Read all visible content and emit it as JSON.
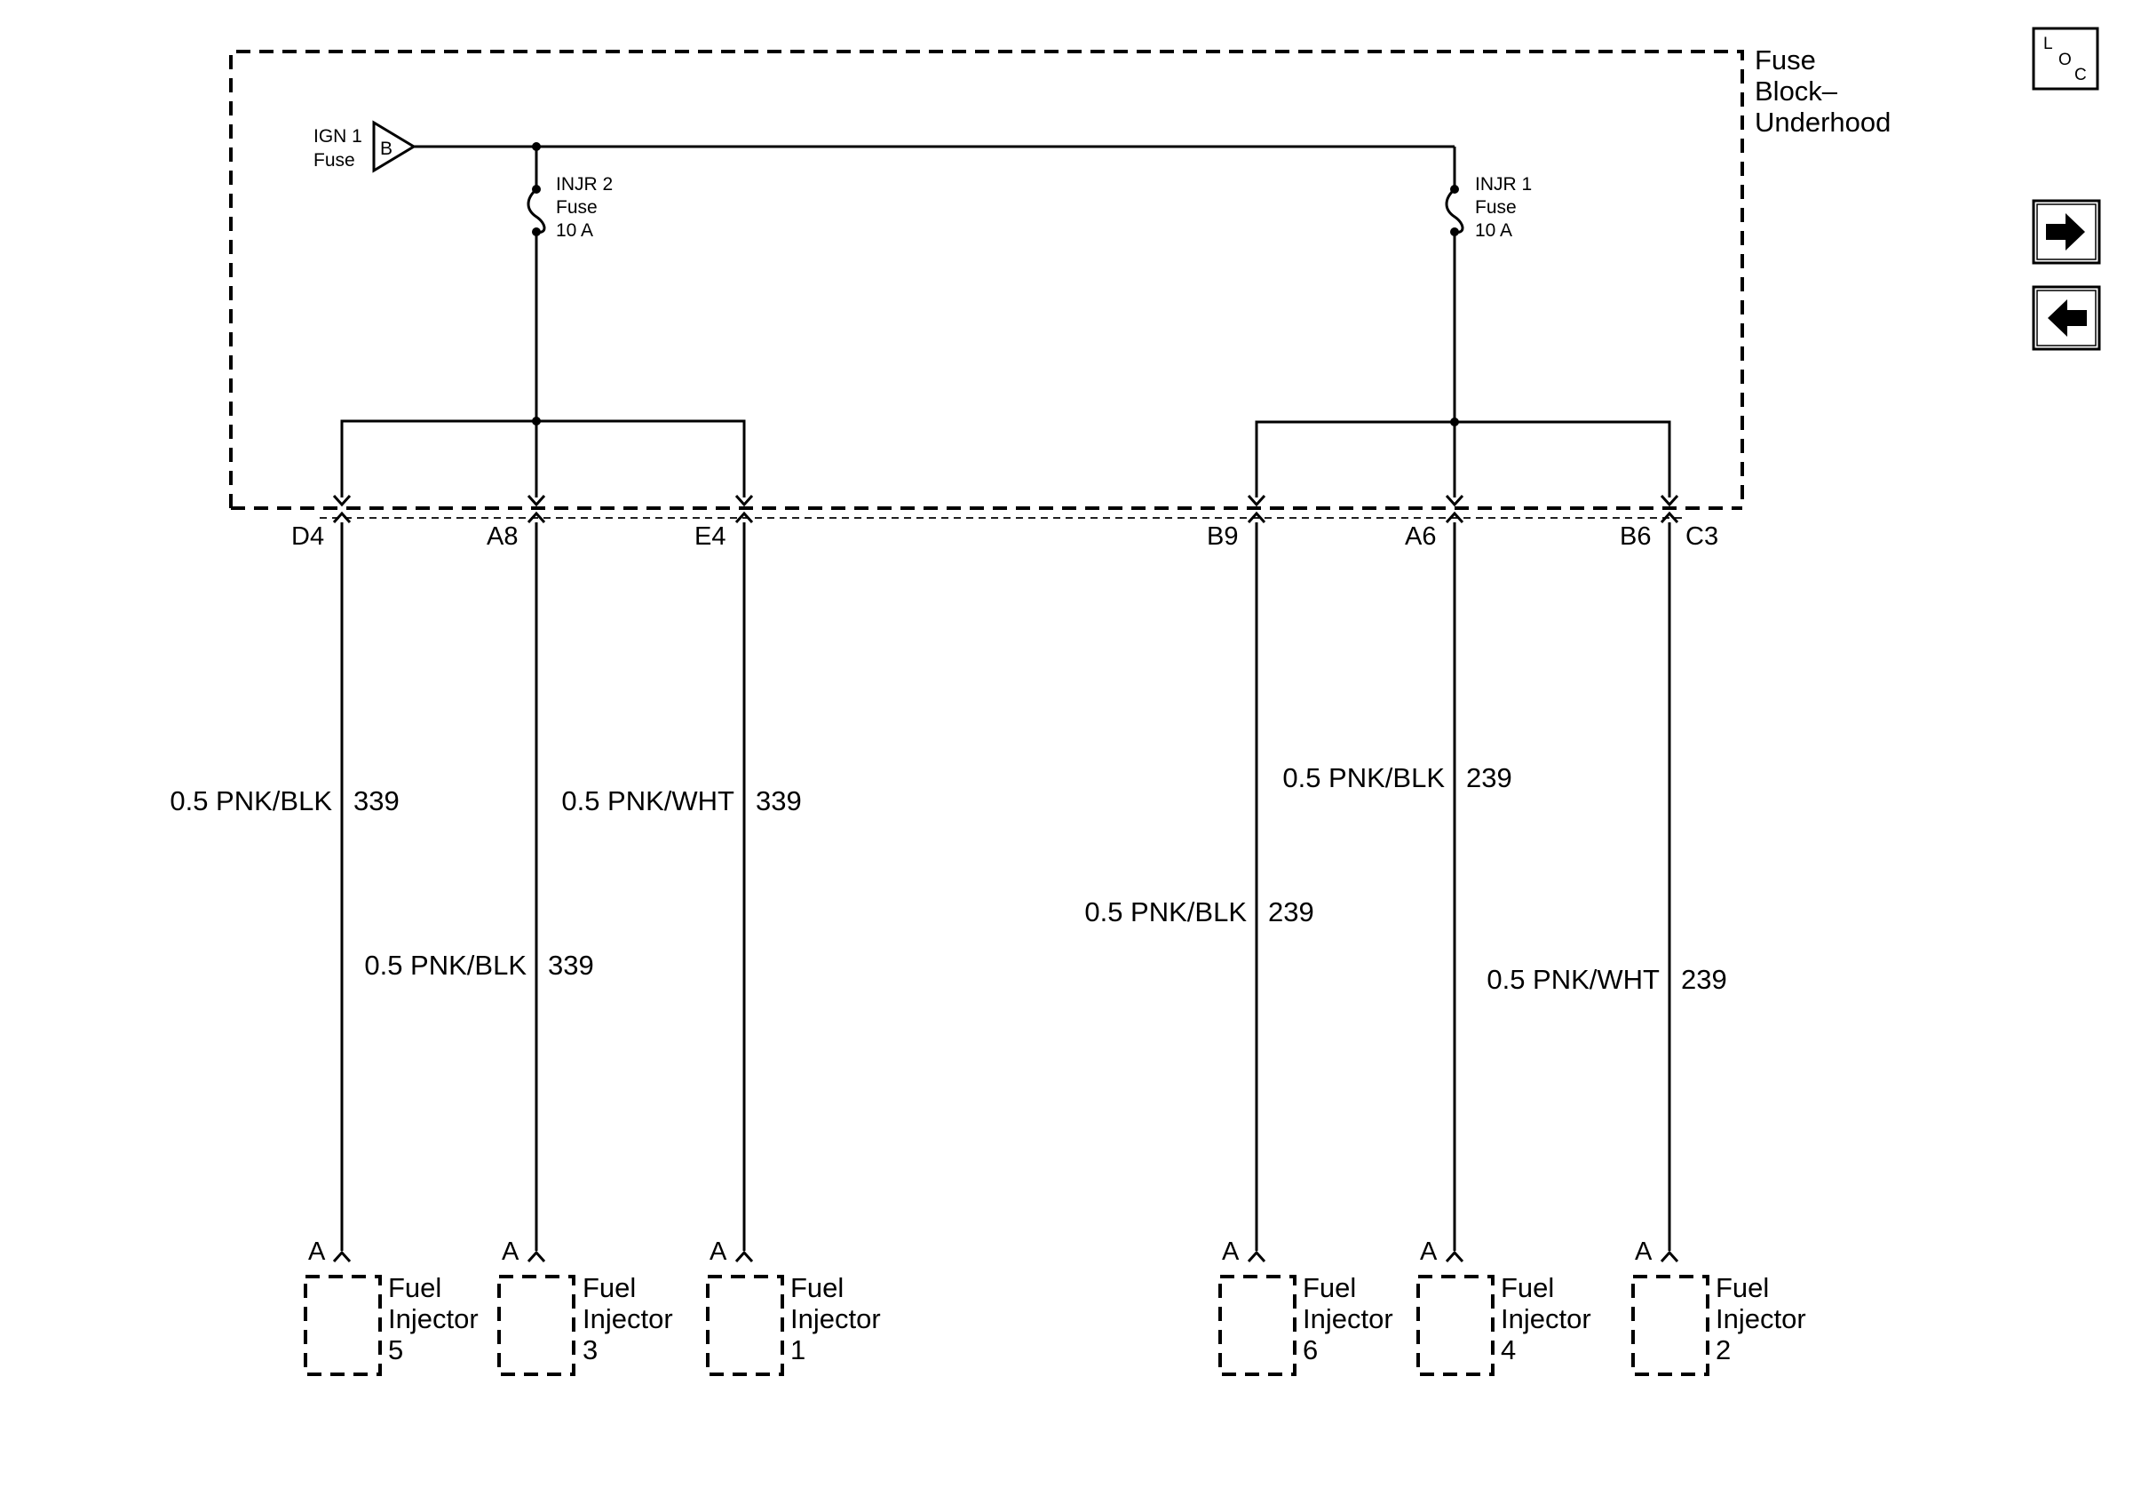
{
  "fuse_block": {
    "label_lines": [
      "Fuse",
      "Block–",
      "Underhood"
    ]
  },
  "ign_fuse": {
    "line1": "IGN 1",
    "line2": "Fuse",
    "connector": "B"
  },
  "fuses": [
    {
      "line1": "INJR 2",
      "line2": "Fuse",
      "line3": "10 A"
    },
    {
      "line1": "INJR 1",
      "line2": "Fuse",
      "line3": "10 A"
    }
  ],
  "pins": [
    "D4",
    "A8",
    "E4",
    "B9",
    "A6",
    "B6",
    "C3"
  ],
  "wires": [
    {
      "gauge_color": "0.5 PNK/BLK",
      "circuit": "339"
    },
    {
      "gauge_color": "0.5 PNK/BLK",
      "circuit": "339"
    },
    {
      "gauge_color": "0.5 PNK/WHT",
      "circuit": "339"
    },
    {
      "gauge_color": "0.5 PNK/BLK",
      "circuit": "239"
    },
    {
      "gauge_color": "0.5 PNK/BLK",
      "circuit": "239"
    },
    {
      "gauge_color": "0.5 PNK/WHT",
      "circuit": "239"
    }
  ],
  "injectors": [
    {
      "pin": "A",
      "line1": "Fuel",
      "line2": "Injector",
      "number": "5"
    },
    {
      "pin": "A",
      "line1": "Fuel",
      "line2": "Injector",
      "number": "3"
    },
    {
      "pin": "A",
      "line1": "Fuel",
      "line2": "Injector",
      "number": "1"
    },
    {
      "pin": "A",
      "line1": "Fuel",
      "line2": "Injector",
      "number": "6"
    },
    {
      "pin": "A",
      "line1": "Fuel",
      "line2": "Injector",
      "number": "4"
    },
    {
      "pin": "A",
      "line1": "Fuel",
      "line2": "Injector",
      "number": "2"
    }
  ],
  "nav": {
    "loc": {
      "l": "L",
      "o": "O",
      "c": "C"
    },
    "forward_icon": "arrow-right-icon",
    "back_icon": "arrow-left-icon"
  }
}
